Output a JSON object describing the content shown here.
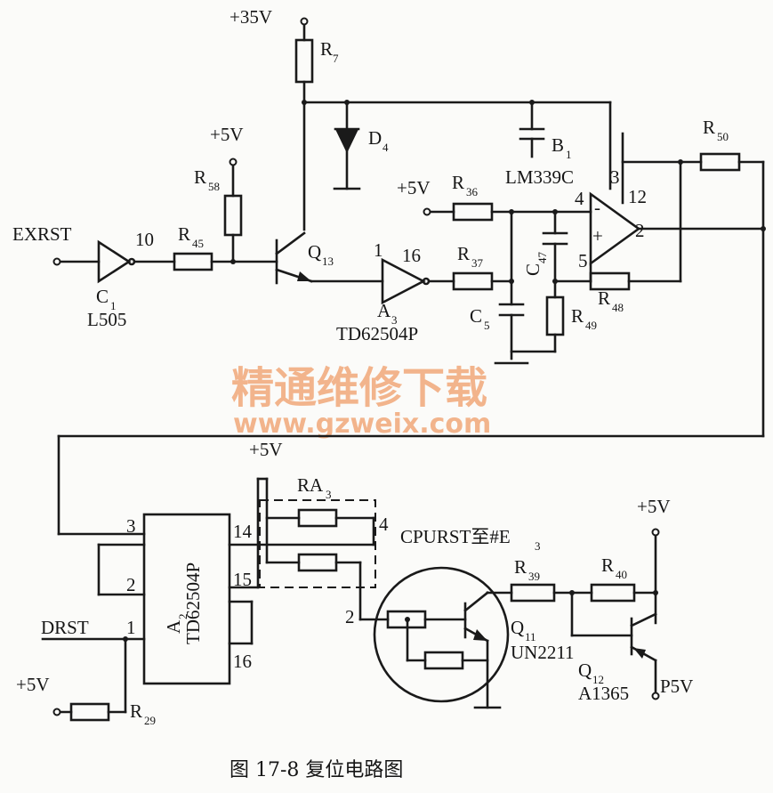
{
  "labels": {
    "v35": "+35V",
    "r7": "R",
    "r7s": "7",
    "d4": "D",
    "d4s": "4",
    "b1": "B",
    "b1s": "1",
    "lm339": "LM339C",
    "v5a": "+5V",
    "r58": "R",
    "r58s": "58",
    "exrst": "EXRST",
    "pin10": "10",
    "r45": "R",
    "r45s": "45",
    "c1": "C",
    "c1s": "1",
    "l505": "L505",
    "q13": "Q",
    "q13s": "13",
    "pin1a": "1",
    "pin16a": "16",
    "a3": "A",
    "a3s": "3",
    "td_a3": "TD62504P",
    "v5b": "+5V",
    "r36": "R",
    "r36s": "36",
    "r37": "R",
    "r37s": "37",
    "c47": "C",
    "c47s": "47",
    "c5": "C",
    "c5s": "5",
    "r49": "R",
    "r49s": "49",
    "pin4": "4",
    "pin3": "3",
    "pin12": "12",
    "pin2op": "2",
    "pin5": "5",
    "r48": "R",
    "r48s": "48",
    "r50": "R",
    "r50s": "50",
    "minus": "-",
    "plus": "+",
    "v5c": "+5V",
    "ra3": "RA",
    "ra3s": "3",
    "a2p3": "3",
    "a2p2": "2",
    "a2p1": "1",
    "a2p14": "14",
    "a2p15": "15",
    "a2p16": "16",
    "a2": "A",
    "a2s": "2",
    "td_a2": "TD62504P",
    "drst": "DRST",
    "v5d": "+5V",
    "r29": "R",
    "r29s": "29",
    "cpurst": "CPURST至#E",
    "cpursts": "3",
    "pin4b": "4",
    "pin2b": "2",
    "r39": "R",
    "r39s": "39",
    "q11": "Q",
    "q11s": "11",
    "un2211": "UN2211",
    "r40": "R",
    "r40s": "40",
    "v5e": "+5V",
    "q12": "Q",
    "q12s": "12",
    "a1365": "A1365",
    "p5v": "P5V"
  },
  "watermark": {
    "title": "精通维修下载",
    "url": "www.gzweix.com"
  },
  "caption": "图 17-8    复位电路图"
}
